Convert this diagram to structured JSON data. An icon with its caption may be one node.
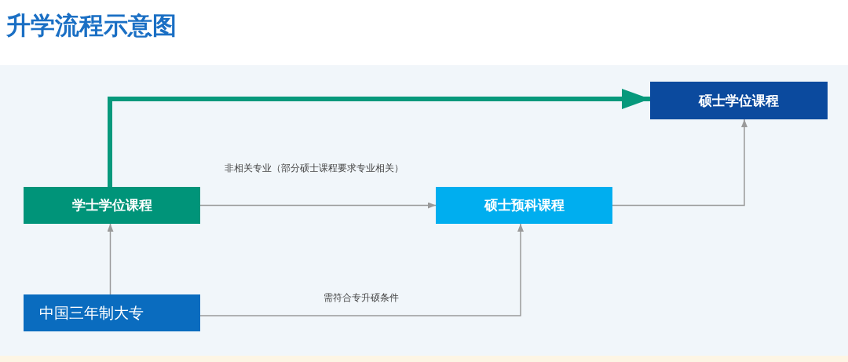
{
  "diagram": {
    "title": "升学流程示意图",
    "nodes": [
      {
        "text": [
          "硕士学位课程"
        ]
      },
      {
        "text": [
          "学士学位课程"
        ]
      },
      {
        "text": [
          "硕士预科课程"
        ]
      },
      {
        "text": [
          "中国三年制大专"
        ]
      }
    ],
    "edges": [
      {
        "from": 1,
        "to": 0,
        "arrow": "to",
        "style": "thick",
        "color": "#07997c"
      },
      {
        "from": 1,
        "to": 2,
        "arrow": "to",
        "label": "非相关专业（部分硕士课程要求专业相关）"
      },
      {
        "from": 2,
        "to": 0,
        "arrow": "to"
      },
      {
        "from": 3,
        "to": 1,
        "arrow": "to"
      },
      {
        "from": 3,
        "to": 2,
        "arrow": "to",
        "label": "需符合专升硕条件"
      }
    ]
  }
}
